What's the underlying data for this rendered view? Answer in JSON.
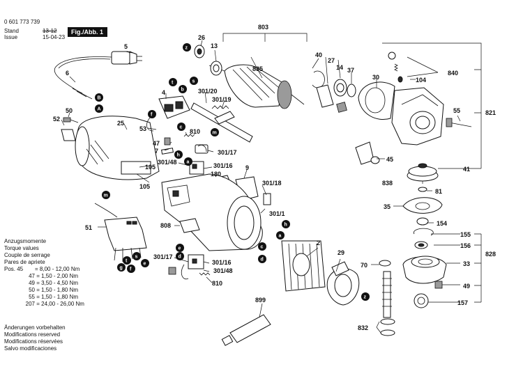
{
  "header": {
    "part_number": "0 601 773 739",
    "stand_label": "Stand",
    "stand_date": "13-12",
    "issue_label": "Issue",
    "issue_date": "15-04-23",
    "figure": "Fig./Abb. 1"
  },
  "torque": {
    "titles": [
      "Anzugsmomente",
      "Torque values",
      "Couple de serrage",
      "Pares de apriete"
    ],
    "rows": [
      {
        "pos": "Pos.  45",
        "value": "= 8,00 - 12,00 Nm"
      },
      {
        "pos": "47",
        "value": "= 1,50 -   2,00 Nm"
      },
      {
        "pos": "49",
        "value": "= 3,50 -   4,50 Nm"
      },
      {
        "pos": "50",
        "value": "= 1,50 -   1,80 Nm"
      },
      {
        "pos": "55",
        "value": "= 1,50 -   1,80 Nm"
      },
      {
        "pos": "207",
        "value": "= 24,00 - 26,00 Nm"
      }
    ]
  },
  "notice": [
    "Änderungen vorbehalten",
    "Modifications reserved",
    "Modifications réservées",
    "Salvo modificaciones"
  ],
  "labels": {
    "p803": "803",
    "p26": "26",
    "p13": "13",
    "p835": "835",
    "p40": "40",
    "p27": "27",
    "p14": "14",
    "p37": "37",
    "p30": "30",
    "p840": "840",
    "p104": "104",
    "p55": "55",
    "p821": "821",
    "p41": "41",
    "p45": "45",
    "p838": "838",
    "p81": "81",
    "p35": "35",
    "p154": "154",
    "p155": "155",
    "p156": "156",
    "p828": "828",
    "p33": "33",
    "p49": "49",
    "p157": "157",
    "p70": "70",
    "p832": "832",
    "p29": "29",
    "p2": "2",
    "p899": "899",
    "p5": "5",
    "p6": "6",
    "p50": "50",
    "p52": "52",
    "p25": "25",
    "p4": "4",
    "p53": "53",
    "p301_20": "301/20",
    "p301_19": "301/19",
    "p810a": "810",
    "p47": "47",
    "p7": "7",
    "p301_17a": "301/17",
    "p301_48a": "301/48",
    "p301_16a": "301/16",
    "p180": "180",
    "p9": "9",
    "p105a": "105",
    "p105b": "105",
    "p301_18": "301/18",
    "p301_1": "301/1",
    "p51": "51",
    "p808": "808",
    "p301_16b": "301/16",
    "p301_17b": "301/17",
    "p301_48b": "301/48",
    "p810b": "810"
  },
  "callouts": {
    "A": "A",
    "B": "B",
    "z": "z",
    "t": "t",
    "b": "b",
    "s": "s",
    "f": "f",
    "c": "c",
    "m": "m",
    "h": "h",
    "a": "a",
    "e": "e",
    "g": "g",
    "d": "d"
  }
}
